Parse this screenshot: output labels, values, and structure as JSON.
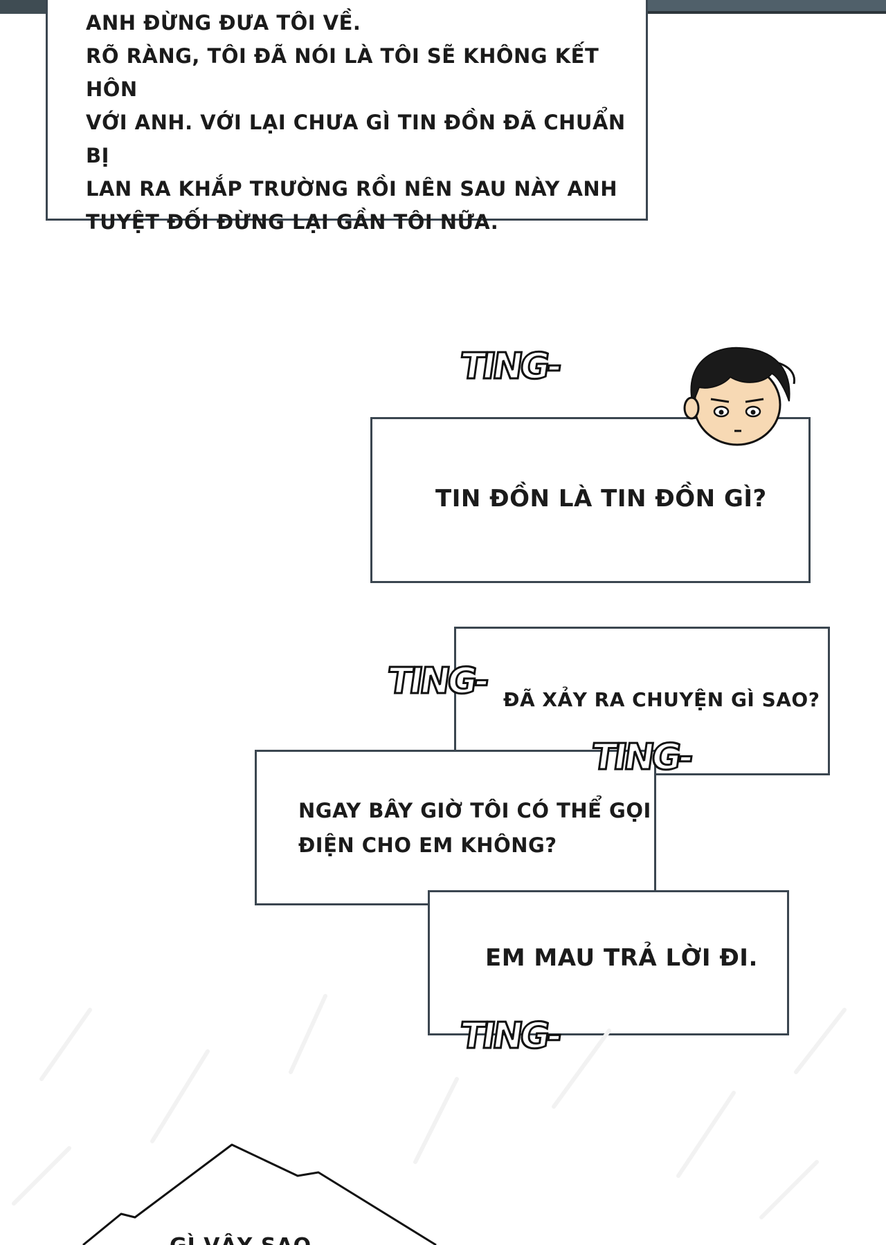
{
  "narration": {
    "lines": [
      "ANH ĐỪNG ĐƯA TÔI VỀ.",
      "RÕ RÀNG, TÔI ĐÃ NÓI LÀ TÔI SẼ KHÔNG KẾT HÔN",
      "VỚI ANH. VỚI LẠI CHƯA GÌ TIN ĐỒN ĐÃ CHUẨN BỊ",
      "LAN RA KHẮP TRƯỜNG RỒI NÊN SAU NÀY ANH",
      "TUYỆT ĐỐI ĐỪNG LẠI GẦN TÔI NỮA."
    ]
  },
  "messages": [
    {
      "text": "TIN ĐỒN LÀ TIN ĐỒN GÌ?"
    },
    {
      "text": "ĐÃ XẢY RA CHUYỆN GÌ SAO?"
    },
    {
      "lines": [
        "NGAY BÂY GIỜ TÔI CÓ THỂ GỌI",
        "ĐIỆN CHO EM KHÔNG?"
      ]
    },
    {
      "text": "EM MAU TRẢ LỜI ĐI."
    }
  ],
  "sfx": {
    "ting": "TING-"
  },
  "bottom_bubble": {
    "text": "GÌ VẬY SAO"
  },
  "colors": {
    "border": "#3b4650",
    "ink": "#1b1b1b",
    "topbar": "#3f4c53"
  }
}
